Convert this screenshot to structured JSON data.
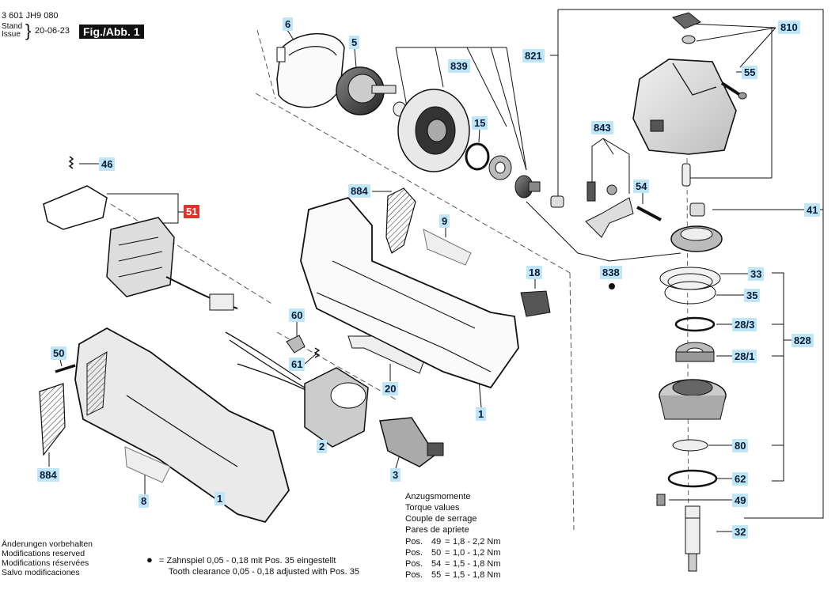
{
  "header": {
    "doc_number": "3 601 JH9 080",
    "stand_label": "Stand",
    "issue_label": "Issue",
    "brace": "}",
    "date": "20-06-23",
    "figure_label": "Fig./Abb. 1"
  },
  "callouts": {
    "p6": "6",
    "p5": "5",
    "p839": "839",
    "p15": "15",
    "p821": "821",
    "p810": "810",
    "p55": "55",
    "p843": "843",
    "p54": "54",
    "p41": "41",
    "p46": "46",
    "p51": "51",
    "p884a": "884",
    "p9": "9",
    "p18": "18",
    "p838": "838",
    "p33": "33",
    "p35": "35",
    "p28_3": "28/3",
    "p28_1": "28/1",
    "p828": "828",
    "p60": "60",
    "p61": "61",
    "p50": "50",
    "p20": "20",
    "p1a": "1",
    "p2": "2",
    "p3": "3",
    "p884b": "884",
    "p8": "8",
    "p1b": "1",
    "p80": "80",
    "p62": "62",
    "p49": "49",
    "p32": "32"
  },
  "notes": {
    "changes": [
      "Änderungen vorbehalten",
      "Modifications reserved",
      "Modifications réservées",
      "Salvo modificaciones"
    ],
    "bullet": "●",
    "tooth_de": "= Zahnspiel 0,05 - 0,18 mit Pos. 35 eingestellt",
    "tooth_en": "Tooth clearance 0,05 - 0,18 adjusted with Pos. 35",
    "torque_title": [
      "Anzugsmomente",
      "Torque values",
      "Couple de serrage",
      "Pares de apriete"
    ],
    "torque_rows": [
      {
        "pos": "Pos.",
        "num": "49",
        "eq": "=",
        "val": "1,8 - 2,2 Nm"
      },
      {
        "pos": "Pos.",
        "num": "50",
        "eq": "=",
        "val": "1,0 - 1,2 Nm"
      },
      {
        "pos": "Pos.",
        "num": "54",
        "eq": "=",
        "val": "1,5 - 1,8 Nm"
      },
      {
        "pos": "Pos.",
        "num": "55",
        "eq": "=",
        "val": "1,5 - 1,8 Nm"
      }
    ]
  },
  "colors": {
    "callout_bg": "#bfe6f6",
    "callout_highlight": "#e0342b",
    "line": "#111111"
  }
}
